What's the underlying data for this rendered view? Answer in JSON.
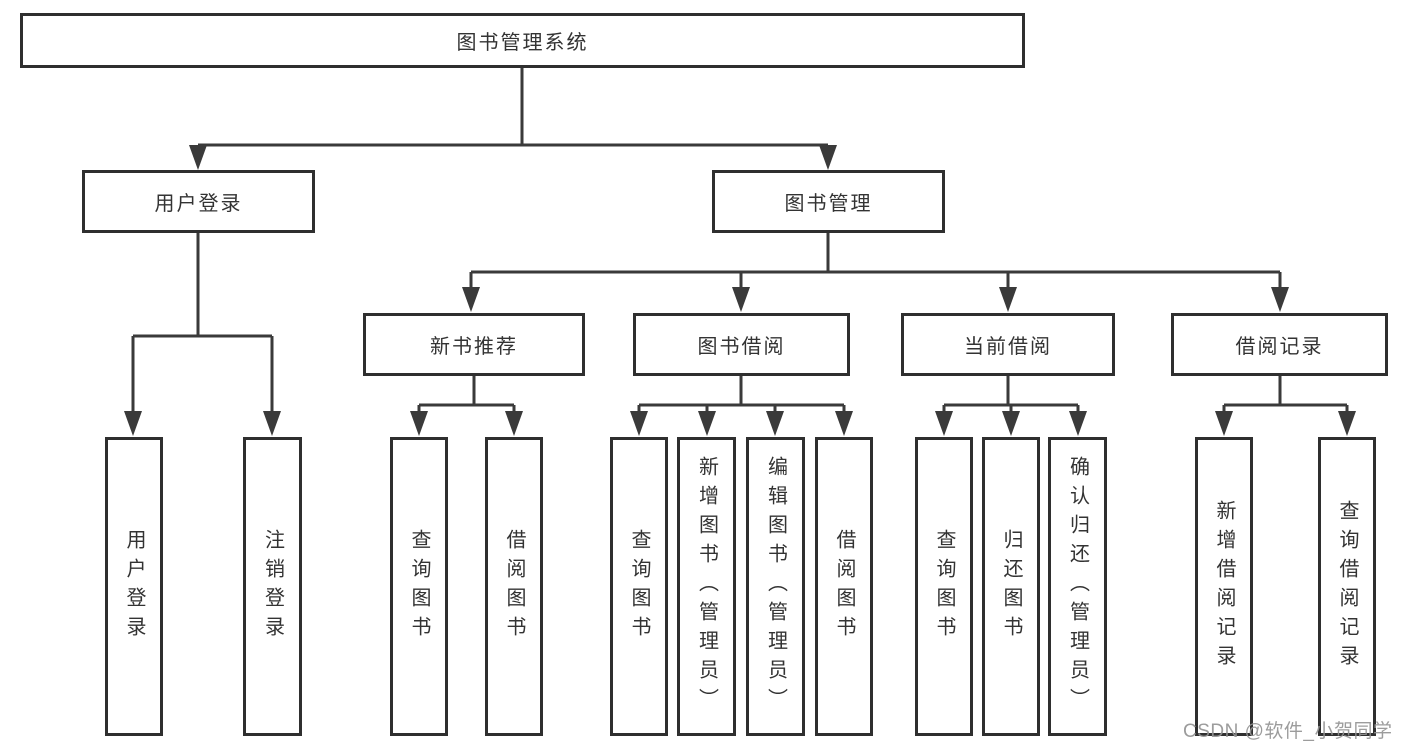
{
  "tree": {
    "label": "图书管理系统",
    "children": [
      {
        "label": "用户登录",
        "children": [
          {
            "label": "用户登录"
          },
          {
            "label": "注销登录"
          }
        ]
      },
      {
        "label": "图书管理",
        "children": [
          {
            "label": "新书推荐",
            "children": [
              {
                "label": "查询图书"
              },
              {
                "label": "借阅图书"
              }
            ]
          },
          {
            "label": "图书借阅",
            "children": [
              {
                "label": "查询图书"
              },
              {
                "label": "新增图书（管理员）"
              },
              {
                "label": "编辑图书（管理员）"
              },
              {
                "label": "借阅图书"
              }
            ]
          },
          {
            "label": "当前借阅",
            "children": [
              {
                "label": "查询图书"
              },
              {
                "label": "归还图书"
              },
              {
                "label": "确认归还（管理员）"
              }
            ]
          },
          {
            "label": "借阅记录",
            "children": [
              {
                "label": "新增借阅记录"
              },
              {
                "label": "查询借阅记录"
              }
            ]
          }
        ]
      }
    ]
  },
  "watermark": {
    "text": "CSDN @软件_小贺同学"
  },
  "colors": {
    "background": "#ffffff",
    "line": "#3a3a3a",
    "box_border": "#2f2f2f",
    "text": "#333333",
    "watermark": "#949494"
  }
}
